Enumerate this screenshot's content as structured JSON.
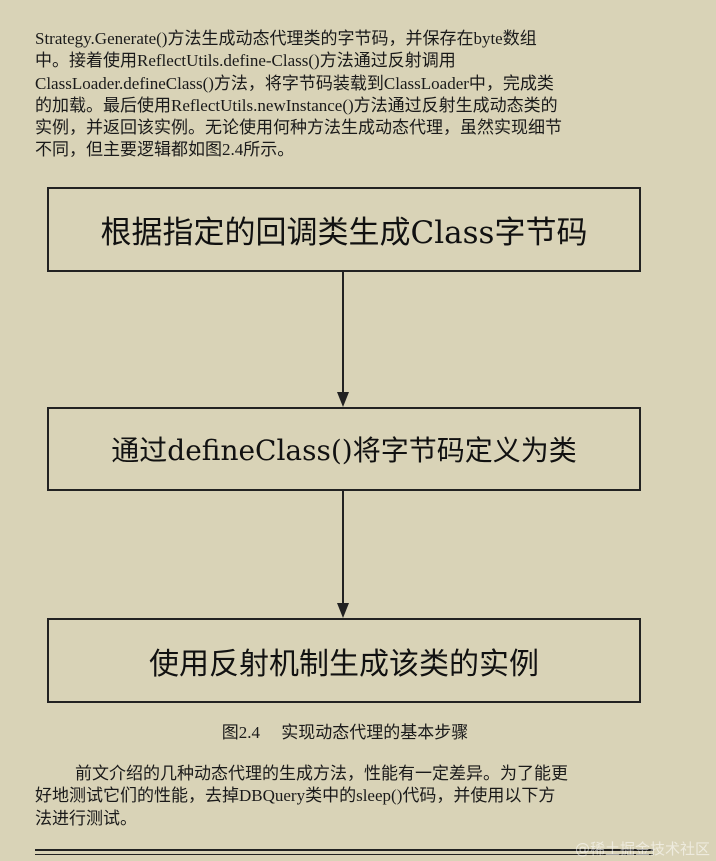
{
  "intro_paragraph": "Strategy.Generate()方法生成动态代理类的字节码，并保存在byte数组中。接着使用ReflectUtils.define-Class()方法通过反射调用ClassLoader.defineClass()方法，将字节码装载到ClassLoader中，完成类的加载。最后使用ReflectUtils.newInstance()方法通过反射生成动态类的实例，并返回该实例。无论使用何种方法生成动态代理，虽然实现细节不同，但主要逻辑都如图2.4所示。",
  "intro_lines": [
    "Strategy.Generate()方法生成动态代理类的字节码，并保存在byte数组",
    "中。接着使用ReflectUtils.define-Class()方法通过反射调用",
    "ClassLoader.defineClass()方法，将字节码装载到ClassLoader中，完成类",
    "的加载。最后使用ReflectUtils.newInstance()方法通过反射生成动态类的",
    "实例，并返回该实例。无论使用何种方法生成动态代理，虽然实现细节",
    "不同，但主要逻辑都如图2.4所示。"
  ],
  "flowchart": {
    "steps": [
      "根据指定的回调类生成Class字节码",
      "通过defineClass()将字节码定义为类",
      "使用反射机制生成该类的实例"
    ],
    "caption": "图2.4　 实现动态代理的基本步骤"
  },
  "after_lines": [
    "前文介绍的几种动态代理的生成方法，性能有一定差异。为了能更",
    "好地测试它们的性能，去掉DBQuery类中的sleep()代码，并使用以下方",
    "法进行测试。"
  ],
  "watermark": "@稀土掘金技术社区",
  "colors": {
    "background": "#d9d3b7",
    "ink": "#1a1a1a"
  }
}
